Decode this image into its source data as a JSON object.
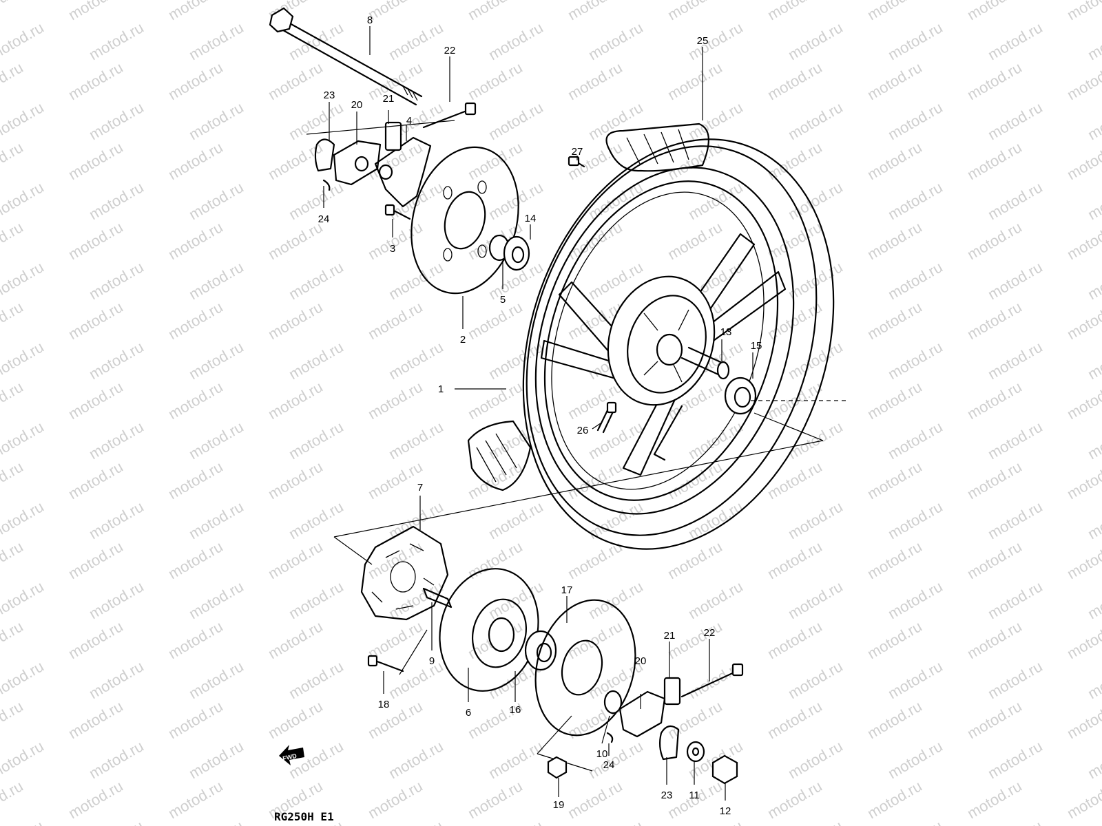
{
  "watermark": "motod.ru",
  "caption": "RG250H E1",
  "fwd_label": "FWD",
  "callouts": [
    "1",
    "2",
    "3",
    "4",
    "5",
    "6",
    "7",
    "8",
    "9",
    "10",
    "11",
    "12",
    "13",
    "14",
    "15",
    "16",
    "17",
    "18",
    "19",
    "20",
    "21",
    "22",
    "23",
    "24",
    "25",
    "26",
    "27"
  ]
}
